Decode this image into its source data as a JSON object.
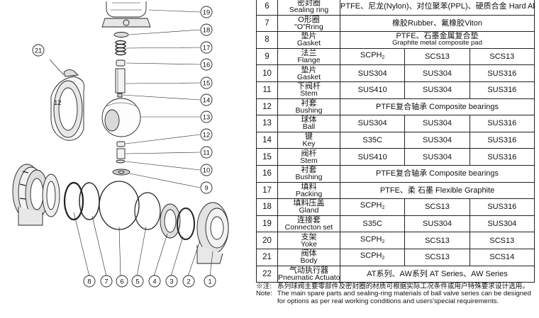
{
  "parts": [
    {
      "no": "6",
      "name_zh": "密封圈",
      "name_en": "Sealing ring",
      "wide": "PTFE、尼龙(Nylon)、对位聚苯(PPL)、硬质合金 Hard Alloy"
    },
    {
      "no": "7",
      "name_zh": "O形圈",
      "name_en": "\"O\"Rring",
      "wide": "橡胶Rubber、氟橡胶Viton"
    },
    {
      "no": "8",
      "name_zh": "垫片",
      "name_en": "Gasket",
      "wide": "PTFE、石墨金属复合垫",
      "wide2": "Graphite metal composite pad"
    },
    {
      "no": "9",
      "name_zh": "法兰",
      "name_en": "Flange",
      "m1": "SCPH",
      "m1sub": "2",
      "m2": "SCS13",
      "m3": "SCS13"
    },
    {
      "no": "10",
      "name_zh": "垫片",
      "name_en": "Gasket",
      "m1": "SUS304",
      "m2": "SUS304",
      "m3": "SUS316"
    },
    {
      "no": "11",
      "name_zh": "下阀杆",
      "name_en": "Stem",
      "m1": "SUS410",
      "m2": "SUS304",
      "m3": "SUS316"
    },
    {
      "no": "12",
      "name_zh": "衬套",
      "name_en": "Bushing",
      "wide": "PTFE复合轴承 Composite bearings"
    },
    {
      "no": "13",
      "name_zh": "球体",
      "name_en": "Ball",
      "m1": "SUS304",
      "m2": "SUS304",
      "m3": "SUS316"
    },
    {
      "no": "14",
      "name_zh": "键",
      "name_en": "Key",
      "m1": "S35C",
      "m2": "SUS304",
      "m3": "SUS316"
    },
    {
      "no": "15",
      "name_zh": "阀杆",
      "name_en": "Stem",
      "m1": "SUS410",
      "m2": "SUS304",
      "m3": "SUS316"
    },
    {
      "no": "16",
      "name_zh": "衬套",
      "name_en": "Bushing",
      "wide": "PTFE复合轴承 Composite bearings"
    },
    {
      "no": "17",
      "name_zh": "填料",
      "name_en": "Packing",
      "wide": "PTFE、柔  石墨 Flexible Graphite"
    },
    {
      "no": "18",
      "name_zh": "填料压盖",
      "name_en": "Gland",
      "m1": "SCPH",
      "m1sub": "2",
      "m2": "SCS13",
      "m3": "SUS316"
    },
    {
      "no": "19",
      "name_zh": "连接套",
      "name_en": "Connecton set",
      "m1": "S35C",
      "m2": "SUS304",
      "m3": "SUS304"
    },
    {
      "no": "20",
      "name_zh": "支架",
      "name_en": "Yoke",
      "m1": "SCPH",
      "m1sub": "2",
      "m2": "SCS13",
      "m3": "SCS13"
    },
    {
      "no": "21",
      "name_zh": "阀体",
      "name_en": "Body",
      "m1": "SCPH",
      "m1sub": "2",
      "m2": "SCS13",
      "m3": "SCS14"
    },
    {
      "no": "22",
      "name_zh": "气动执行器",
      "name_en": "Pneumatic Actuator",
      "wide": "AT系列、AW系列  AT Series、AW Series"
    }
  ],
  "note": {
    "label_zh": "※注:",
    "text_zh": "系列球阀主要零部件及密封圈的材质可根据实际工况条件或用户特殊要求设计选用。",
    "label_en": "Note:",
    "text_en": "The main spare parts and sealing-ring materials of ball valve series can be designed for options as per real working conditions and users'special requirements."
  },
  "callouts": {
    "right": [
      "19",
      "18",
      "17",
      "16",
      "15",
      "14",
      "13",
      "12",
      "11",
      "10",
      "9"
    ],
    "left": "21",
    "body_mark": "12",
    "bottom": [
      "8",
      "7",
      "6",
      "5",
      "4",
      "3",
      "2",
      "1"
    ]
  }
}
